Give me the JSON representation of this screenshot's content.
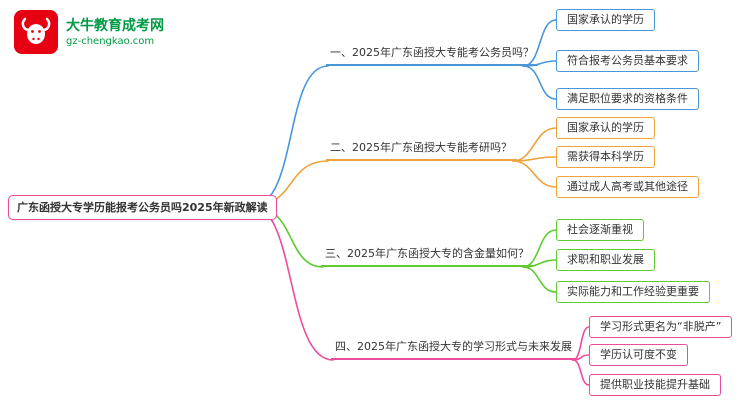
{
  "logo": {
    "site_name": "大牛教育成考网",
    "site_url": "gz-chengkao.com",
    "icon": "bull-icon"
  },
  "colors": {
    "blue": "#4a96d8",
    "orange": "#efa33a",
    "green": "#5ecb31",
    "pink": "#ec4c9c",
    "logo_red": "#e60012",
    "logo_green": "#009944"
  },
  "central": {
    "label": "广东函授大专学历能报考公务员吗2025年新政解读"
  },
  "branches": [
    {
      "label": "一、2025年广东函授大专能考公务员吗？",
      "color": "#4a96d8",
      "children": [
        "国家承认的学历",
        "符合报考公务员基本要求",
        "满足职位要求的资格条件"
      ]
    },
    {
      "label": "二、2025年广东函授大专能考研吗？",
      "color": "#efa33a",
      "children": [
        "国家承认的学历",
        "需获得本科学历",
        "通过成人高考或其他途径"
      ]
    },
    {
      "label": "三、2025年广东函授大专的含金量如何？",
      "color": "#5ecb31",
      "children": [
        "社会逐渐重视",
        "求职和职业发展",
        "实际能力和工作经验更重要"
      ]
    },
    {
      "label": "四、2025年广东函授大专的学习形式与未来发展",
      "color": "#ec4c9c",
      "children": [
        "学习形式更名为“非脱产”",
        "学历认可度不变",
        "提供职业技能提升基础"
      ]
    }
  ]
}
